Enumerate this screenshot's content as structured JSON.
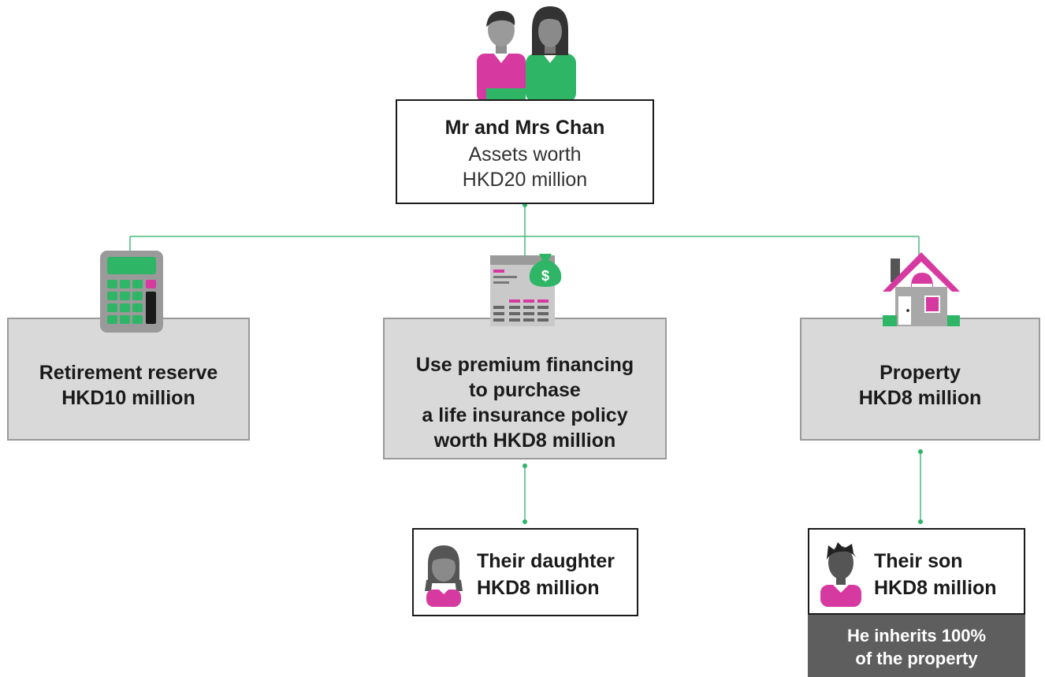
{
  "parents": {
    "title": "Mr and Mrs Chan",
    "assets_line1": "Assets worth",
    "assets_line2": "HKD20 million"
  },
  "retirement": {
    "line1": "Retirement reserve",
    "line2": "HKD10 million"
  },
  "premium": {
    "line1": "Use premium financing",
    "line2": "to purchase",
    "line3": "a life insurance policy",
    "line4": "worth HKD8 million"
  },
  "property": {
    "line1": "Property",
    "line2": "HKD8 million"
  },
  "daughter": {
    "line1": "Their daughter",
    "line2": "HKD8 million"
  },
  "son": {
    "line1": "Their son",
    "line2": "HKD8 million"
  },
  "inherit": {
    "line1": "He inherits 100%",
    "line2": "of the property"
  },
  "icons": {
    "dollar_symbol": "$"
  },
  "colors": {
    "green": "#2fb566",
    "pink": "#d63aa0",
    "grey_box": "#d9d9d9",
    "dark_grey": "#5e5e5e",
    "line": "#3cb371"
  }
}
